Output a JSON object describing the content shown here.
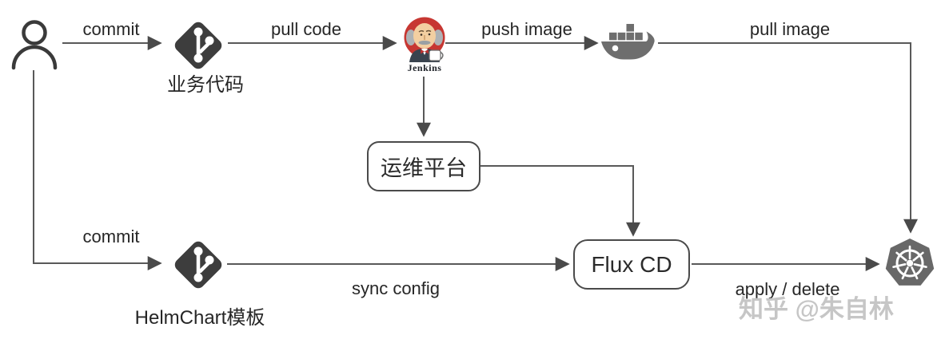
{
  "diagram": {
    "title": "GitOps CI/CD workflow diagram",
    "nodes": {
      "user": {
        "icon": "user-icon"
      },
      "git_business": {
        "icon": "git-icon",
        "label": "业务代码"
      },
      "jenkins": {
        "icon": "jenkins-icon",
        "label": "Jenkins"
      },
      "docker": {
        "icon": "docker-icon"
      },
      "ops_platform": {
        "label": "运维平台"
      },
      "flux_cd": {
        "label": "Flux CD"
      },
      "git_helm": {
        "icon": "git-icon",
        "label": "HelmChart模板"
      },
      "kubernetes": {
        "icon": "kubernetes-icon"
      }
    },
    "edge_labels": {
      "commit_top": "commit",
      "pull_code": "pull code",
      "push_image": "push image",
      "pull_image": "pull image",
      "commit_bottom": "commit",
      "sync_config": "sync config",
      "apply_delete": "apply / delete"
    },
    "watermark": "知乎 @朱自林",
    "colors": {
      "line": "#595959",
      "arrowhead": "#4a4a4a",
      "text": "#262626",
      "git_icon_bg": "#3d3d3d",
      "docker_gray": "#6e6e6e",
      "kubernetes_gray": "#686868",
      "jenkins_red": "#c73732",
      "box_border": "#4a4a4a",
      "watermark_gray": "#c6c6c6"
    }
  }
}
